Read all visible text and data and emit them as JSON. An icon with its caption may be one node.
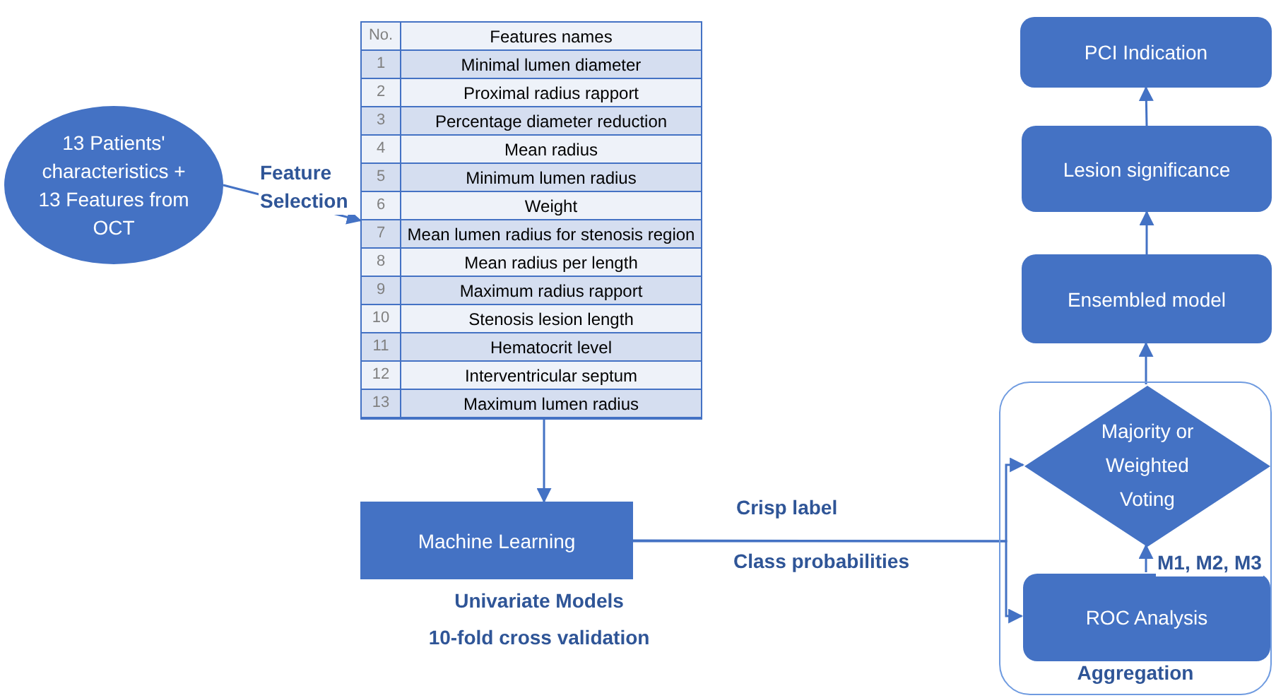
{
  "diagram": {
    "nodes": [
      {
        "text": [
          "13 Patients' characteristics + 13 Features from OCT"
        ]
      },
      {
        "text": [
          "No.",
          "Features names",
          "1",
          "Minimal lumen diameter",
          "2",
          "Proximal radius rapport",
          "3",
          "Percentage diameter reduction",
          "4",
          "Mean radius",
          "5",
          "Minimum lumen radius",
          "6",
          "Weight",
          "7",
          "Mean lumen radius for stenosis region",
          "8",
          "Mean radius per length",
          "9",
          "Maximum radius rapport",
          "10",
          "Stenosis lesion length",
          "11",
          "Hematocrit level",
          "12",
          "Interventricular septum",
          "13",
          "Maximum lumen radius"
        ]
      },
      {
        "text": [
          "Machine Learning"
        ],
        "beside": [
          "Univariate Models",
          "10-fold cross validation"
        ]
      },
      {
        "text": [
          "Aggregation"
        ]
      },
      {
        "text": [
          "Majority or Weighted Voting"
        ],
        "in": 3
      },
      {
        "text": [
          "ROC Analysis"
        ],
        "in": 3
      },
      {
        "text": [
          "Ensembled model"
        ]
      },
      {
        "text": [
          "Lesion significance"
        ]
      },
      {
        "text": [
          "PCI Indication"
        ]
      }
    ],
    "edges": [
      {
        "from": 0,
        "to": 1,
        "arrow": "to",
        "label": "Feature Selection"
      },
      {
        "from": 1,
        "to": 2,
        "arrow": "to"
      },
      {
        "from": 2,
        "to": 4,
        "arrow": "to",
        "label": "Crisp label"
      },
      {
        "from": 2,
        "to": 5,
        "arrow": "to",
        "label": "Class probabilities"
      },
      {
        "from": 5,
        "to": 4,
        "arrow": "to",
        "label": "M1, M2, M3"
      },
      {
        "from": 4,
        "to": 6,
        "arrow": "to"
      },
      {
        "from": 6,
        "to": 7,
        "arrow": "to"
      },
      {
        "from": 7,
        "to": 8,
        "arrow": "to"
      }
    ]
  }
}
